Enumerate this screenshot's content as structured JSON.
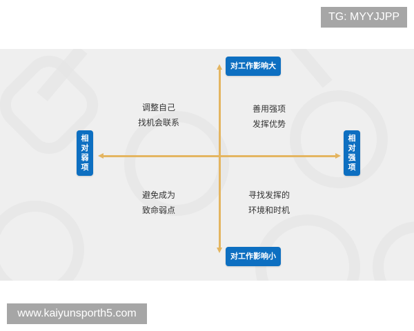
{
  "overlay": {
    "tag_label": "TG: MYYJJPP",
    "url_label": "www.kaiyunsporth5.com"
  },
  "diagram": {
    "type": "quadrant",
    "axes": {
      "top": "对工作影响大",
      "bottom": "对工作影响小",
      "left": [
        "相",
        "对",
        "弱",
        "项"
      ],
      "right": [
        "相",
        "对",
        "强",
        "项"
      ]
    },
    "quadrants": {
      "top_left": [
        "调整自己",
        "找机会联系"
      ],
      "top_right": [
        "善用强项",
        "发挥优势"
      ],
      "bottom_left": [
        "避免成为",
        "致命弱点"
      ],
      "bottom_right": [
        "寻找发挥的",
        "环境和时机"
      ]
    },
    "colors": {
      "axis": "#e4b560",
      "label_bg": "#0d6fc1",
      "label_text": "#ffffff",
      "canvas_bg": "#efefef",
      "quadrant_text": "#333333"
    }
  }
}
